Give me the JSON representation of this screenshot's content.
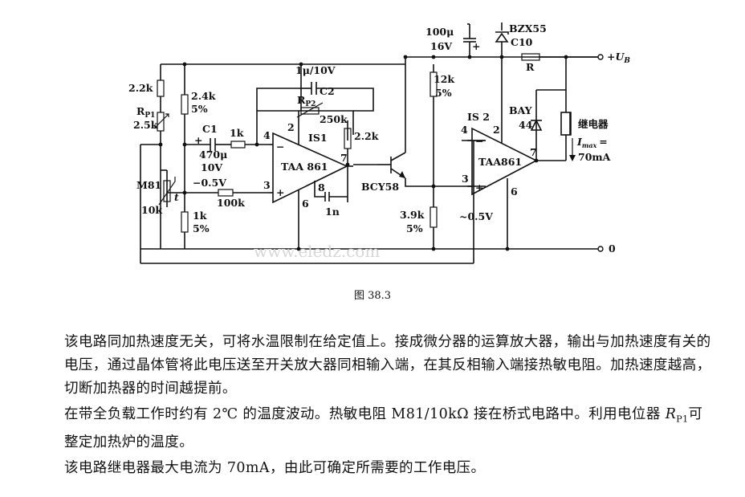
{
  "figure": {
    "caption": "图 38.3",
    "components": {
      "r_22k": "2.2k",
      "rp1_label": "R",
      "rp1_sub": "P1",
      "rp1_value": "2.5k",
      "r_24k": "2.4k",
      "r_24k_tol": "5%",
      "c1_name": "C1",
      "c1_plus": "+",
      "c1_value": "470μ",
      "c1_voltage": "10V",
      "r_1k_in": "1k",
      "neg_half_v": "−0.5V",
      "r_100k": "100k",
      "m81_name": "M81",
      "m81_value": "10k",
      "m81_t": "t",
      "r_1k_bias": "1k",
      "r_1k_bias_tol": "5%",
      "c2_cap": "1μ/10V",
      "c2_name": "C2",
      "rp2_label": "R",
      "rp2_sub": "P2",
      "rp2_value": "250k",
      "is1_name": "IS1",
      "is1_type": "TAA 861",
      "pin4": "4",
      "pin2": "2",
      "pin3": "3",
      "pin6": "6",
      "pin7": "7",
      "pin8": "8",
      "c_1n": "1n",
      "r_22k_out": "2.2k",
      "transistor": "BCY58",
      "r_12k": "12k",
      "r_12k_tol": "5%",
      "cap_top_value": "100μ",
      "cap_top_voltage": "16V",
      "cap_top_plus": "+",
      "zener_name": "BZX55",
      "zener_value": "C10",
      "r_label": "R",
      "supply": "+U",
      "supply_sub": "B",
      "is2_name": "IS 2",
      "is2_type": "TAA861",
      "bay_name": "BAY",
      "bay_value": "44",
      "relay_label": "继电器",
      "imax_label": "I",
      "imax_sub": "max",
      "imax_eq": "=",
      "imax_value": "70mA",
      "r_39k": "3.9k",
      "r_39k_tol": "5%",
      "tilde_half_v": "~0.5V",
      "ground": "0",
      "minus": "−",
      "plus": "+",
      "watermark": "www.eledz.com"
    }
  },
  "text": {
    "p1": "该电路同加热速度无关，可将水温限制在给定值上。接成微分器的运算放大器，输出与加热速度有关的电压，通过晶体管将此电压送至开关放大器同相输入端，在其反相输入端接热敏电阻。加热速度越高，切断加热器的时间越提前。",
    "p2_before": "在带全负载工作时约有 2℃ 的温度波动。热敏电阻 M81/10kΩ 接在桥式电路中。利用电位器 ",
    "p2_var": "R",
    "p2_sub": "P1",
    "p2_after": "可整定加热炉的温度。",
    "p3": "该电路继电器最大电流为 70mA，由此可确定所需要的工作电压。"
  }
}
